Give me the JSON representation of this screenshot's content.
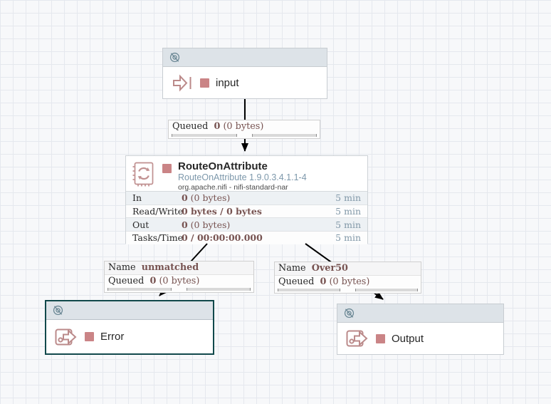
{
  "colors": {
    "accent_rose": "#ca8486",
    "icon_rose": "#bb8a8a",
    "value_maroon": "#775351",
    "selection_teal": "#11494b",
    "muted_blue": "#8097a7",
    "port_header_bg": "#dde3e8"
  },
  "input_port": {
    "name": "input",
    "status_icon": "transmission-disabled-icon"
  },
  "processor": {
    "title": "RouteOnAttribute",
    "type_version": "RouteOnAttribute 1.9.0.3.4.1.1-4",
    "bundle": "org.apache.nifi - nifi-standard-nar",
    "stats": [
      {
        "label": "In",
        "bold": "0",
        "rest": " (0 bytes)",
        "window": "5 min"
      },
      {
        "label": "Read/Write",
        "bold": "0 bytes / 0 bytes",
        "rest": "",
        "window": "5 min"
      },
      {
        "label": "Out",
        "bold": "0",
        "rest": " (0 bytes)",
        "window": "5 min"
      },
      {
        "label": "Tasks/Time",
        "bold": "0 / 00:00:00.000",
        "rest": "",
        "window": "5 min"
      }
    ]
  },
  "connection_top": {
    "queued_label": "Queued",
    "queued_count": "0",
    "queued_size": " (0 bytes)"
  },
  "connection_unmatched": {
    "name_label": "Name",
    "name_value": "unmatched",
    "queued_label": "Queued",
    "queued_count": "0",
    "queued_size": " (0 bytes)"
  },
  "connection_over50": {
    "name_label": "Name",
    "name_value": "Over50",
    "queued_label": "Queued",
    "queued_count": "0",
    "queued_size": " (0 bytes)"
  },
  "error_port": {
    "name": "Error",
    "status_icon": "transmission-disabled-icon"
  },
  "output_port": {
    "name": "Output",
    "status_icon": "transmission-disabled-icon"
  }
}
